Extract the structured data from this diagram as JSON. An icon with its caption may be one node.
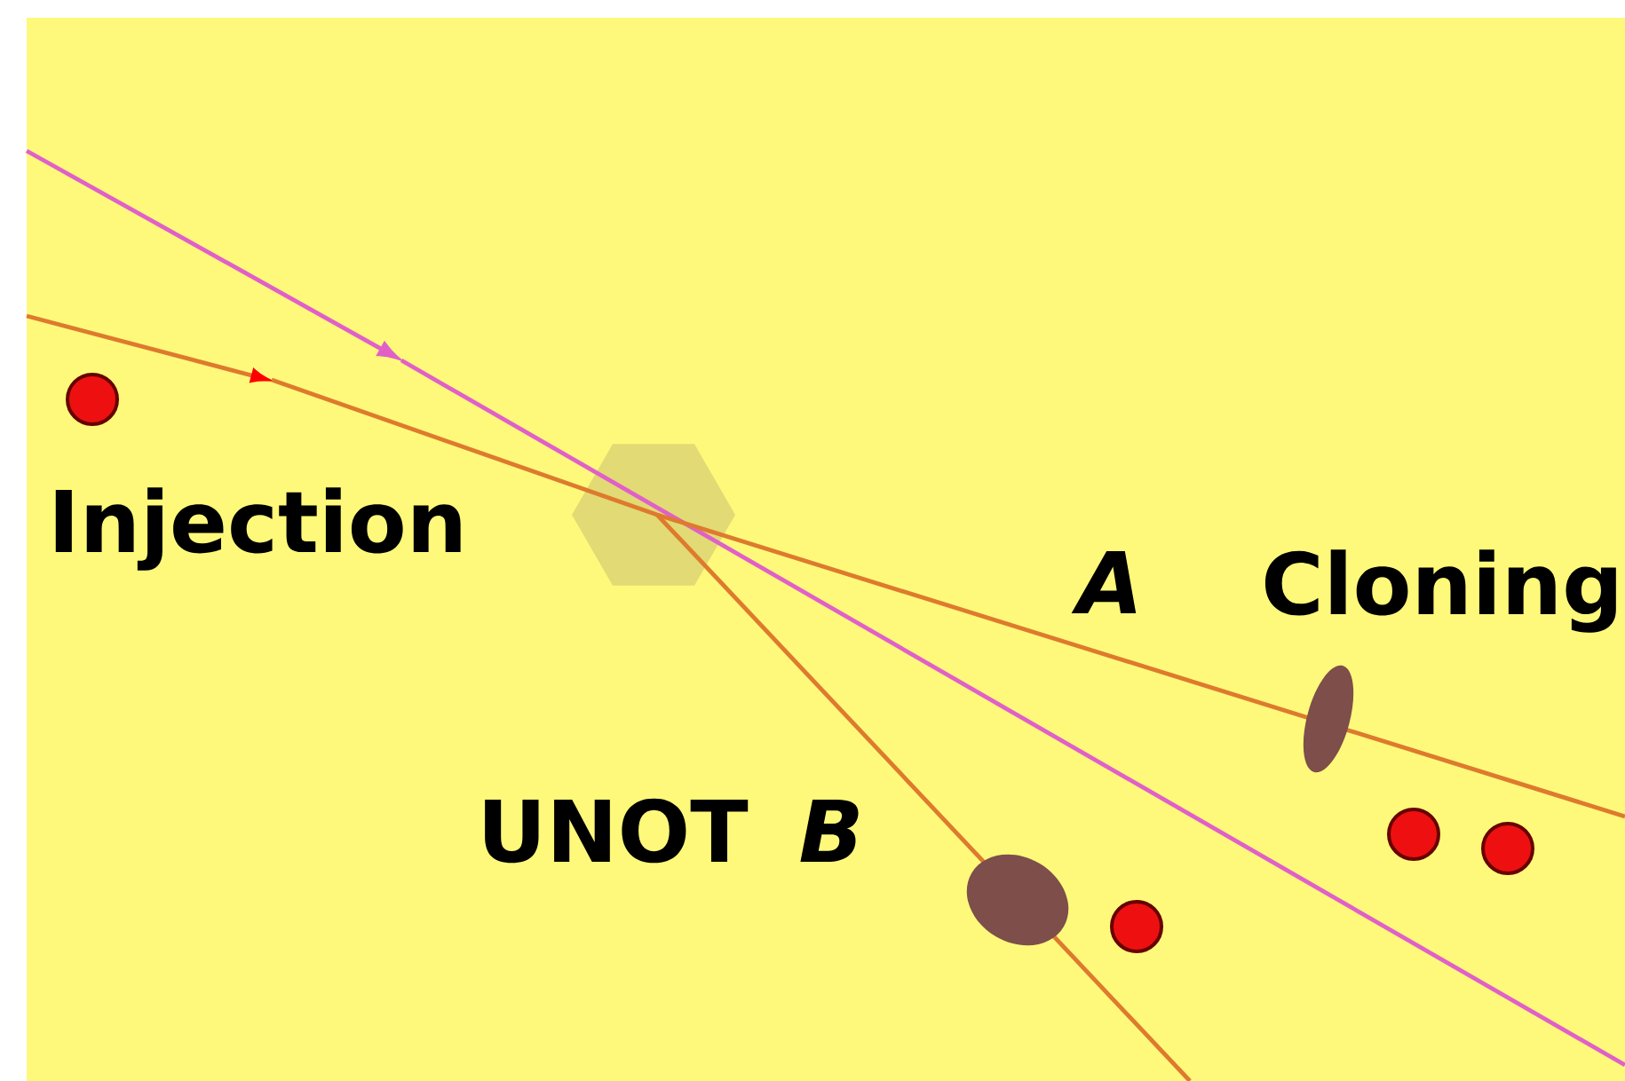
{
  "diagram": {
    "labels": [
      "Injection",
      "A",
      "Cloning",
      "UNOT",
      "B"
    ]
  }
}
